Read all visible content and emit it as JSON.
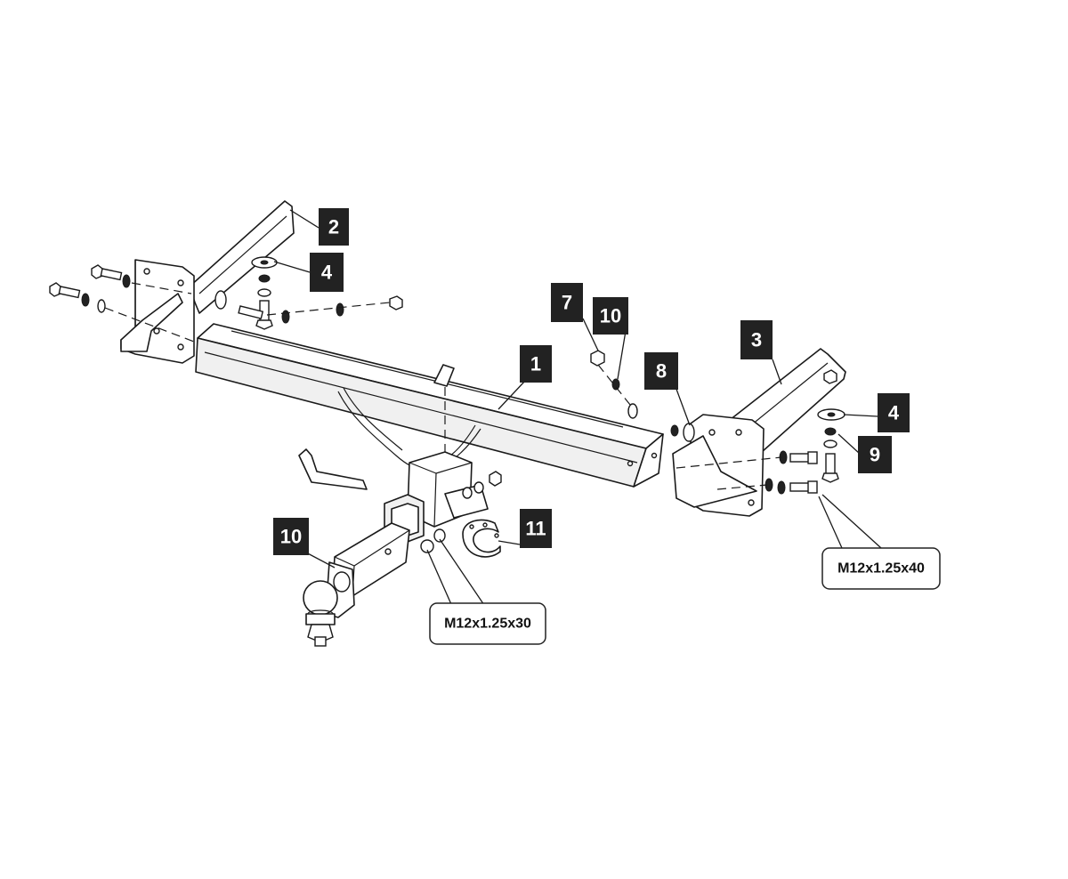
{
  "callouts": {
    "c1": "1",
    "c2": "2",
    "c3": "3",
    "c4a": "4",
    "c4b": "4",
    "c7": "7",
    "c8": "8",
    "c9": "9",
    "c10a": "10",
    "c10b": "10",
    "c11": "11"
  },
  "specs": {
    "bolt_short": "M12x1.25x30",
    "bolt_long": "M12x1.25x40"
  },
  "colors": {
    "callout_fill": "#222222",
    "callout_text": "#ffffff",
    "line": "#1a1a1a"
  }
}
